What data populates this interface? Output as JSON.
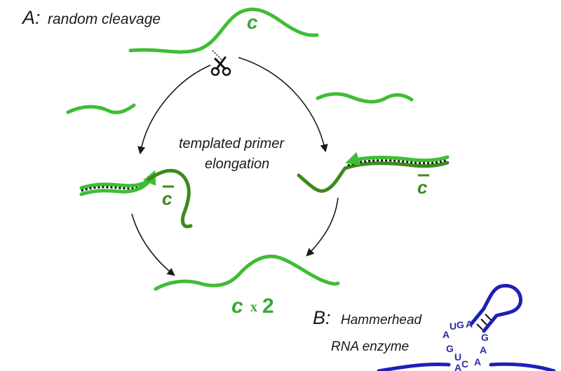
{
  "panel_a": {
    "prefix": "A:",
    "title": "random cleavage",
    "strand_label": "c",
    "center_text_line1": "templated primer",
    "center_text_line2": "elongation",
    "complement_left": "c",
    "complement_right": "c",
    "result_letter": "c",
    "result_times": "x",
    "result_count": "2"
  },
  "panel_b": {
    "prefix": "B:",
    "line1": "Hammerhead",
    "line2": "RNA enzyme",
    "bases": [
      "A",
      "U",
      "G",
      "A",
      "G",
      "A",
      "A",
      "G",
      "U",
      "C",
      "A"
    ]
  },
  "colors": {
    "strand": "#3fbd35",
    "strand_dark": "#3d8a1f",
    "arrow": "#1a1a1a",
    "enzyme": "#1f1fb8"
  }
}
